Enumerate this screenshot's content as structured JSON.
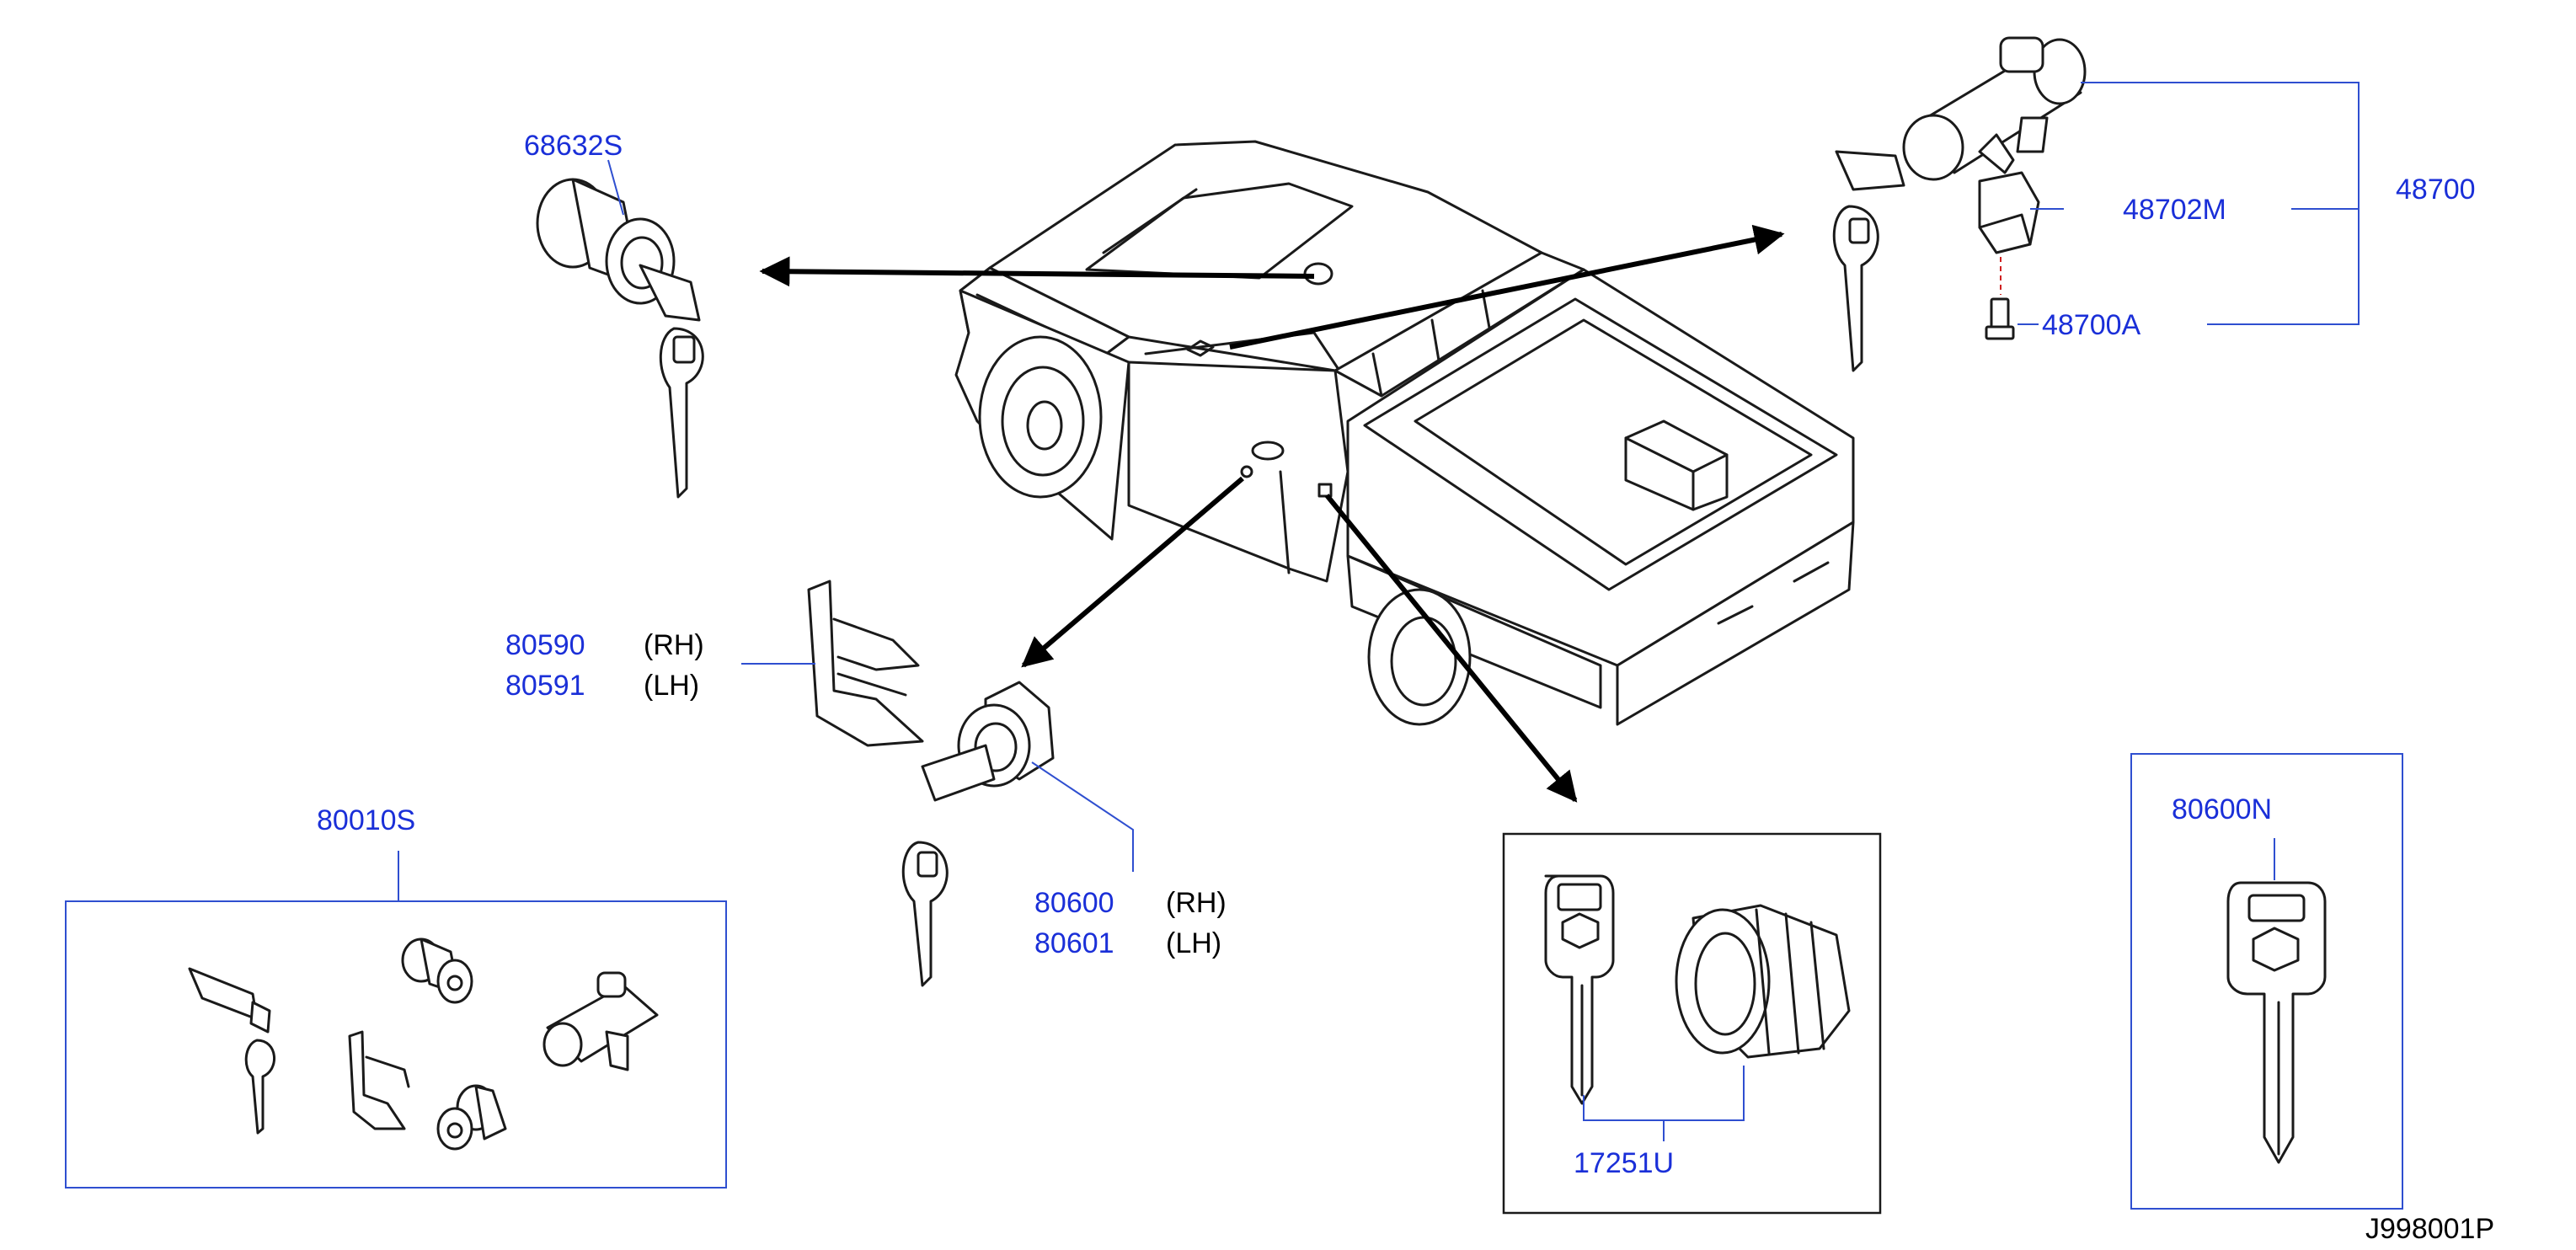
{
  "diagram_ref": "J998001P",
  "parts": {
    "p68632s": "68632S",
    "p48700": "48700",
    "p48702m": "48702M",
    "p48700a": "48700A",
    "p80590": "80590",
    "p80591": "80591",
    "p80600": "80600",
    "p80601": "80601",
    "p80010s": "80010S",
    "p17251u": "17251U",
    "p80600n": "80600N"
  },
  "sides": {
    "rh": "(RH)",
    "lh": "(LH)"
  },
  "colors": {
    "part_number": "#1a2fd8",
    "leader": "#2f4fd0",
    "line": "#1a1a1a"
  }
}
